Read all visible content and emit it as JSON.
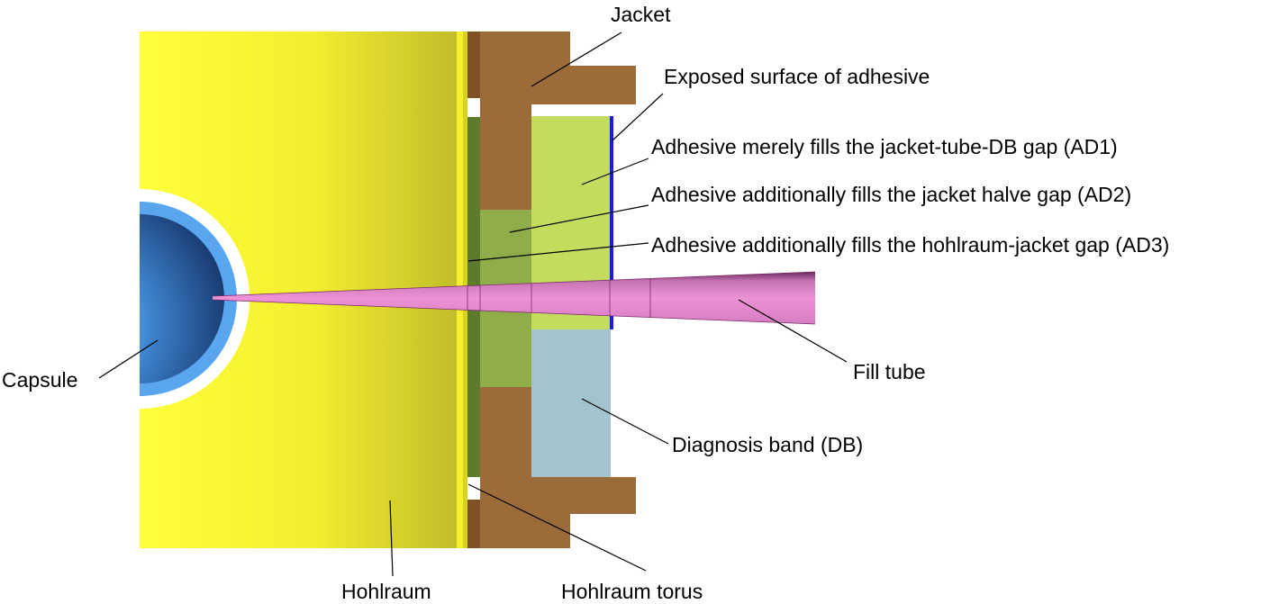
{
  "labels": {
    "jacket": "Jacket",
    "exposed_surface": "Exposed surface of adhesive",
    "ad1": "Adhesive merely fills the jacket-tube-DB gap (AD1)",
    "ad2": "Adhesive additionally fills the jacket halve gap (AD2)",
    "ad3": "Adhesive additionally fills the hohlraum-jacket gap (AD3)",
    "capsule": "Capsule",
    "fill_tube": "Fill tube",
    "diagnosis_band": "Diagnosis band (DB)",
    "hohlraum": "Hohlraum",
    "hohlraum_torus": "Hohlraum torus"
  },
  "colors": {
    "hohlraum": "#f5f232",
    "jacket": "#9c6b3a",
    "ad1": "#c4dc5e",
    "ad2": "#8fae4a",
    "ad3": "#5e7a2c",
    "diagnosis_band": "#a3c4cf",
    "fill_tube": "#e48ccc",
    "capsule": "#5aa6ee",
    "exposed_surface": "#1a1aee"
  }
}
